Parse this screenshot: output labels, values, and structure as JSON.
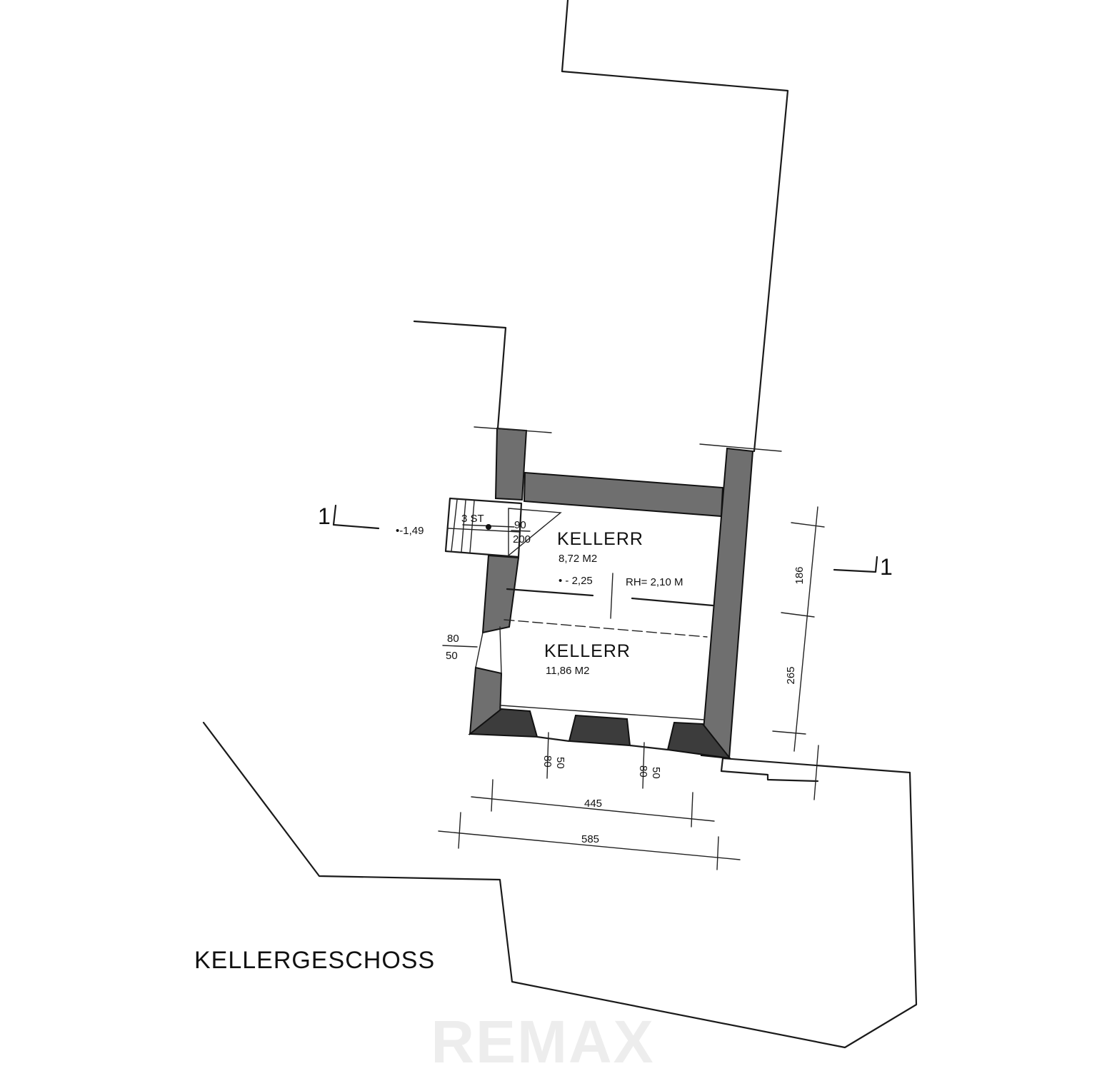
{
  "plan_title": "KELLERGESCHOSS",
  "section_marker": "1",
  "rooms": [
    {
      "name": "KELLERR",
      "area": "8,72 M2",
      "level": "• - 2,25",
      "room_height": "RH= 2,10 M"
    },
    {
      "name": "KELLERR",
      "area": "11,86 M2"
    }
  ],
  "stair": {
    "steps": "3 ST",
    "level": "•-1,49",
    "door_top": "90",
    "door_bottom": "200"
  },
  "openings": {
    "west": {
      "top": "80",
      "bottom": "50"
    },
    "south_1": {
      "top": "80",
      "bottom": "50"
    },
    "south_2": {
      "top": "80",
      "bottom": "50"
    }
  },
  "dimensions": {
    "inner_width": "445",
    "outer_width": "585",
    "room_depth_north": "186",
    "room_depth_south": "265"
  },
  "watermark": "REMAX",
  "colors": {
    "wall": "#6f6f6f",
    "line": "#1a1a1a"
  }
}
